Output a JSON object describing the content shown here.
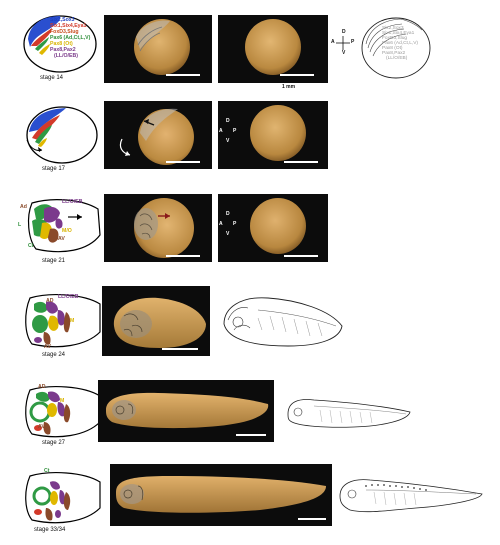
{
  "stages": [
    "stage 14",
    "stage 17",
    "stage 21",
    "stage 24",
    "stage 27",
    "stage 33/34"
  ],
  "scale_label": "1 mm",
  "axes": {
    "dorsal": "D",
    "ventral": "V",
    "anterior": "A",
    "posterior": "P"
  },
  "stage14_genes": [
    {
      "text": "Six2,Sox3",
      "color": "#1f3fbf"
    },
    {
      "text": "Six1,Six4,Eya1",
      "color": "#d23a2a"
    },
    {
      "text": "FoxD3,Slug",
      "color": "#c84a1a"
    },
    {
      "text": "Pax6 (Ad,Ct,L,V)",
      "color": "#2f8f3a"
    },
    {
      "text": "Pax8 (Ot)",
      "color": "#d8b400"
    },
    {
      "text": "Pax8,Pax2",
      "color": "#7a3a8a"
    },
    {
      "text": "(LL/O/EB)",
      "color": "#7a3a8a"
    }
  ],
  "sketch_genes": [
    "Six2,Sox3",
    "Six1,Six4,Eya1",
    "FoxD3,Slug",
    "Pax6 (Ad,Ct,L,V)",
    "Pax8 (Ot)",
    "Pax8,Pax2",
    "(LL/O/EB)"
  ],
  "stage21_labels": {
    "top": "LL/O/EB",
    "ad": "Ad",
    "m": "M/O",
    "av": "AV",
    "l": "L",
    "ct": "Ct"
  },
  "stage24_labels": {
    "top": "LL/O/EB",
    "ad": "AD",
    "av": "AV",
    "m": "M"
  },
  "stage27_labels": {
    "ad": "AD",
    "m": "M",
    "av": "AV"
  },
  "stage33_labels": {
    "ct": "Ct"
  },
  "colors": {
    "blue": "#2a4fcf",
    "red": "#d33a2a",
    "green": "#2f9a44",
    "yellow": "#e0b800",
    "purple": "#7b3a8c",
    "brown": "#8a4a2a",
    "embryo": "#c99a52"
  }
}
